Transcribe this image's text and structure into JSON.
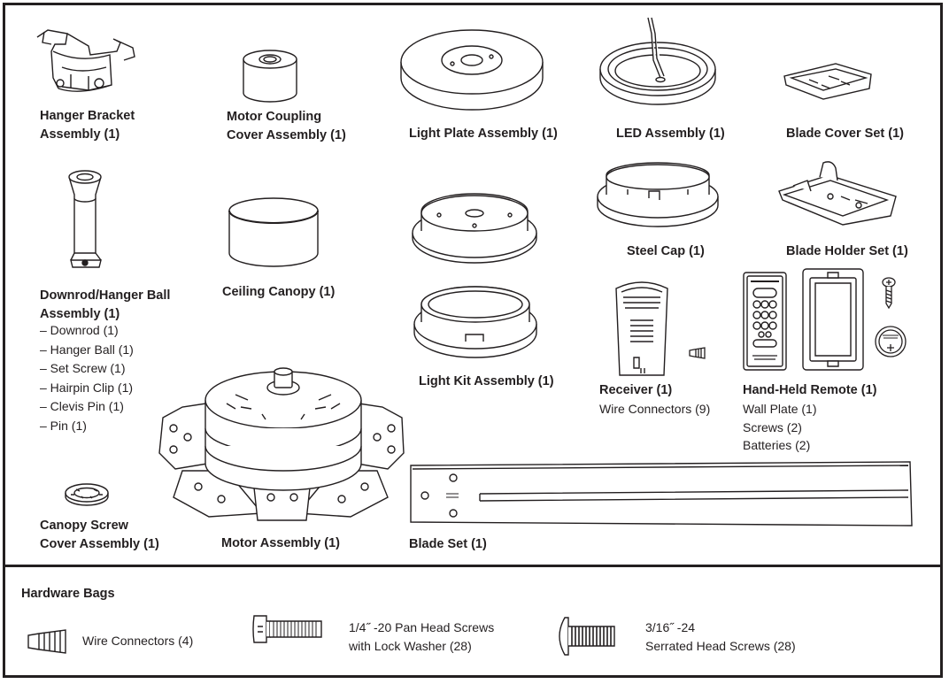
{
  "parts": {
    "hanger_bracket": [
      "Hanger Bracket",
      "Assembly (1)"
    ],
    "motor_coupling": [
      "Motor Coupling",
      "Cover Assembly (1)"
    ],
    "light_plate": "Light Plate Assembly (1)",
    "led_assembly": "LED Assembly (1)",
    "blade_cover_set": "Blade Cover Set (1)",
    "downrod": [
      "Downrod/Hanger Ball",
      "Assembly (1)"
    ],
    "downrod_items": [
      "– Downrod (1)",
      "– Hanger Ball (1)",
      "– Set Screw (1)",
      "– Hairpin Clip (1)",
      "– Clevis Pin (1)",
      "– Pin (1)"
    ],
    "ceiling_canopy": "Ceiling Canopy (1)",
    "steel_cap": "Steel Cap (1)",
    "blade_holder_set": "Blade Holder Set (1)",
    "light_kit": "Light Kit Assembly (1)",
    "receiver": "Receiver (1)",
    "wire_connectors": "Wire Connectors (9)",
    "remote": "Hand-Held Remote (1)",
    "remote_items": [
      "Wall Plate (1)",
      "Screws (2)",
      "Batteries (2)"
    ],
    "canopy_screw": [
      "Canopy Screw",
      "Cover Assembly (1)"
    ],
    "motor_assembly": "Motor Assembly (1)",
    "blade_set": "Blade Set (1)"
  },
  "hardware": {
    "title": "Hardware Bags",
    "wire_connectors": "Wire Connectors (4)",
    "pan_head": [
      "1/4˝ -20 Pan Head Screws",
      "with Lock Washer (28)"
    ],
    "serrated": [
      "3/16˝ -24",
      "Serrated Head Screws (28)"
    ]
  },
  "icons": [
    "hanger-bracket-icon",
    "motor-coupling-cover-icon",
    "light-plate-icon",
    "led-assembly-icon",
    "blade-cover-icon",
    "downrod-icon",
    "ceiling-canopy-icon",
    "steel-cap-icon",
    "blade-holder-icon",
    "light-kit-icon",
    "receiver-icon",
    "wire-connector-icon",
    "remote-icon",
    "wall-plate-icon",
    "screw-icon",
    "battery-icon",
    "canopy-screw-cover-icon",
    "motor-assembly-icon",
    "blade-icon",
    "pan-head-screw-icon",
    "serrated-screw-icon"
  ]
}
